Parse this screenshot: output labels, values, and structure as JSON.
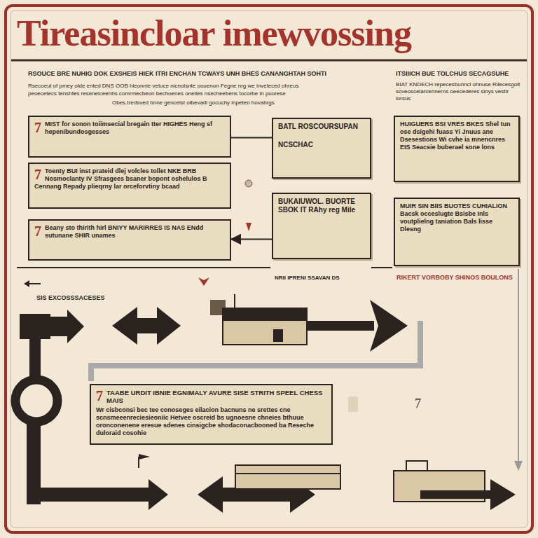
{
  "diagram": {
    "title": "Tireasincloar imewvossing",
    "nodes": [
      {
        "text": [
          "7",
          "MIST for sonon toiimsecial bregain tter HIGHES Heng sf hepenibundosgesses"
        ]
      },
      {
        "text": [
          "BATL ROSCOURSUPAN",
          "NCSCHAC"
        ]
      },
      {
        "text": [
          "HUIGUERS BSI VRES BKES Shel tun ose dsigehi fuass Yi Jnuus ane Dsesestions Wi cvhe ia mnencnres EIS Seacsie buberael sone lons"
        ]
      },
      {
        "text": [
          "7",
          "Toenty BUI inst prateid dlej volcles tollet NKE BRB Nosmoclanty IV Sfrasgees bsaner bopont oshelulos B Cennang Repady plieqrny lar orceforvtiny bcaad"
        ]
      },
      {
        "text": [
          "BUKAIUWOL. BUORTE SBOK IT RAhy reg Mile"
        ]
      },
      {
        "text": [
          "MUIR SIN BIIS BUOTES CUHIALION Bacsk occeslugte Bsisbe Inls voutplielng taniation Bals lisse Dlesng"
        ]
      },
      {
        "text": [
          "7",
          "Beany sto thirith hirl BNIYY MARIRRES IS NAS ENdd sutunane SHIR unames"
        ]
      },
      {
        "text": [
          "7",
          "TAABE URDIT IBNIE EGNIMALY AVURE SISE STRITH SPEEL CHESS MAIS",
          "Wr cisbconsi bec tee conoseges eilacion bacnuns ne srettes cne scnsmeeenreciesieoniic Hetvee oscreid bs ugnoesne chneies bthuue oronconenene eresue sdenes cinsigcbe shodaconacbooned ba Reseche duloraid cosohie"
        ]
      }
    ],
    "edges": [
      {
        "from": 0,
        "to": 1,
        "arrow": "none"
      },
      {
        "from": 4,
        "to": 6,
        "arrow": "to"
      }
    ],
    "labels": [
      "RSOUCE BRE NUHIG DOK EXSHEIS HIEK ITRI ENCHAN TCWAYS UNH BHES CANANGHTAH SOHTI",
      "Rsecoeul of pmey olde ented DNS OOB hieonnie vetuce nicnolsnte oouenon Fegne nrg we inveleced ohreus",
      "peoecetecs tenshtes reseneiceenhs comrmecbeon bechoenes oneiles nsecheebens tocorbe in puorese",
      "Obes tredsved bnne gencelst olbevadl gocuchy inpeten hovahrgs",
      "ITSIIICH BUE TOLCHUS SECAGSUHE",
      "BIAT KNDECH repecesbunncl ohnuse Rilecesgolt scveoscelarcennerns oeecederes sinys vestir lorsus",
      "NRII IPRENI SSAVAN DS",
      "RIKERT VORBOBY SHINOS BOULONS",
      "SIS EXCOSSSACESES",
      "7"
    ]
  }
}
